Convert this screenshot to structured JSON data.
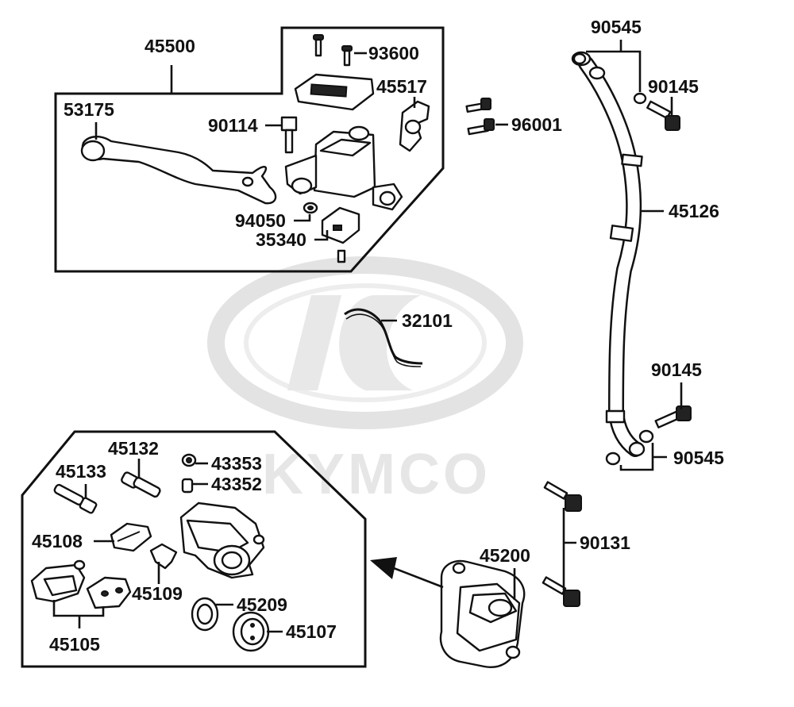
{
  "watermark": {
    "text": "KYMCO",
    "color": "#e6e6e6"
  },
  "parts": [
    {
      "id": "p45500",
      "number": "45500"
    },
    {
      "id": "p53175",
      "number": "53175"
    },
    {
      "id": "p93600",
      "number": "93600"
    },
    {
      "id": "p45517",
      "number": "45517"
    },
    {
      "id": "p90114",
      "number": "90114"
    },
    {
      "id": "p94050",
      "number": "94050"
    },
    {
      "id": "p35340",
      "number": "35340"
    },
    {
      "id": "p96001",
      "number": "96001"
    },
    {
      "id": "p90545a",
      "number": "90545"
    },
    {
      "id": "p90145a",
      "number": "90145"
    },
    {
      "id": "p45126",
      "number": "45126"
    },
    {
      "id": "p32101",
      "number": "32101"
    },
    {
      "id": "p90145b",
      "number": "90145"
    },
    {
      "id": "p90545b",
      "number": "90545"
    },
    {
      "id": "p90131",
      "number": "90131"
    },
    {
      "id": "p45200",
      "number": "45200"
    },
    {
      "id": "p45132",
      "number": "45132"
    },
    {
      "id": "p45133",
      "number": "45133"
    },
    {
      "id": "p43353",
      "number": "43353"
    },
    {
      "id": "p43352",
      "number": "43352"
    },
    {
      "id": "p45108",
      "number": "45108"
    },
    {
      "id": "p45109",
      "number": "45109"
    },
    {
      "id": "p45209",
      "number": "45209"
    },
    {
      "id": "p45107",
      "number": "45107"
    },
    {
      "id": "p45105",
      "number": "45105"
    }
  ]
}
